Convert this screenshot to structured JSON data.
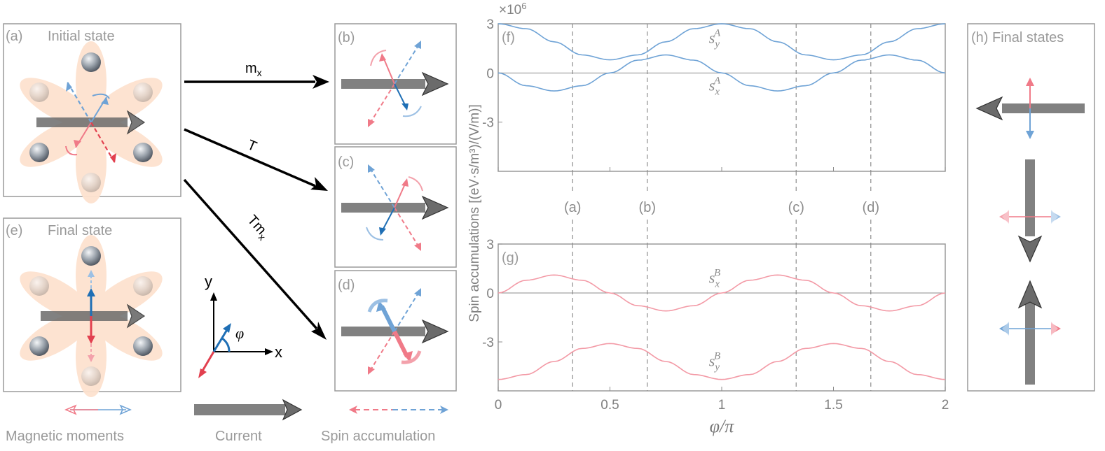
{
  "panels": {
    "a": {
      "label": "(a)",
      "title": "Initial state"
    },
    "b": {
      "label": "(b)"
    },
    "c": {
      "label": "(c)"
    },
    "d": {
      "label": "(d)"
    },
    "e": {
      "label": "(e)",
      "title": "Final state"
    },
    "f": {
      "label": "(f)"
    },
    "g": {
      "label": "(g)"
    },
    "h": {
      "label": "(h) Final states"
    }
  },
  "operations": {
    "mx": "m",
    "mx_sub": "x",
    "t": "T",
    "tmx": "Tm",
    "tmx_sub": "x"
  },
  "axes_glyph": {
    "x": "x",
    "y": "y",
    "phi": "φ"
  },
  "legend": {
    "moments": "Magnetic moments",
    "current": "Current",
    "spin": "Spin accumulation"
  },
  "colors": {
    "red": "#f07a88",
    "blue": "#6fa3d6",
    "dark_blue": "#1f6fb5",
    "dark_red": "#e2404f",
    "lobe": "#fde2cf",
    "current": "#6b6b6b",
    "frame": "#9a9a9a"
  },
  "chart_data": {
    "type": "line",
    "ylabel": "Spin accumulations [(eV·s/m³)/(V/m)]",
    "xlabel": "φ/π",
    "y_multiplier": "×10",
    "y_multiplier_exp": "6",
    "x_ticks": [
      "0",
      "0.5",
      "1",
      "1.5",
      "2"
    ],
    "x_tick_values": [
      0,
      0.5,
      1,
      1.5,
      2
    ],
    "xlim": [
      0,
      2
    ],
    "markers": [
      {
        "x": 0.333,
        "label": "(a)"
      },
      {
        "x": 0.667,
        "label": "(b)"
      },
      {
        "x": 1.333,
        "label": "(c)"
      },
      {
        "x": 1.667,
        "label": "(d)"
      }
    ],
    "panels": [
      {
        "id": "f",
        "ylim": [
          -6,
          3
        ],
        "y_ticks": [
          "3",
          "0",
          "-3"
        ],
        "y_tick_values": [
          3,
          0,
          -3
        ],
        "series": [
          {
            "name": "s_y^A",
            "sym": "s",
            "sub": "y",
            "sup": "A",
            "color": "#6fa3d6",
            "label_x": 1.0,
            "label_y": 2.0,
            "x": [
              0,
              0.125,
              0.25,
              0.375,
              0.5,
              0.625,
              0.75,
              0.875,
              1,
              1.125,
              1.25,
              1.375,
              1.5,
              1.625,
              1.75,
              1.875,
              2
            ],
            "y": [
              3.0,
              2.7,
              1.9,
              1.1,
              0.8,
              1.1,
              1.9,
              2.7,
              3.0,
              2.7,
              1.9,
              1.1,
              0.8,
              1.1,
              1.9,
              2.7,
              3.0
            ]
          },
          {
            "name": "s_x^A",
            "sym": "s",
            "sub": "x",
            "sup": "A",
            "color": "#6fa3d6",
            "label_x": 1.0,
            "label_y": -0.9,
            "x": [
              0,
              0.125,
              0.25,
              0.375,
              0.5,
              0.625,
              0.75,
              0.875,
              1,
              1.125,
              1.25,
              1.375,
              1.5,
              1.625,
              1.75,
              1.875,
              2
            ],
            "y": [
              0,
              -0.78,
              -1.1,
              -0.78,
              0,
              0.78,
              1.1,
              0.78,
              0,
              -0.78,
              -1.1,
              -0.78,
              0,
              0.78,
              1.1,
              0.78,
              0
            ]
          }
        ]
      },
      {
        "id": "g",
        "ylim": [
          -6,
          3
        ],
        "y_ticks": [
          "3",
          "0",
          "-3"
        ],
        "y_tick_values": [
          3,
          0,
          -3
        ],
        "series": [
          {
            "name": "s_x^B",
            "sym": "s",
            "sub": "x",
            "sup": "B",
            "color": "#f39aa6",
            "label_x": 1.0,
            "label_y": 0.8,
            "x": [
              0,
              0.125,
              0.25,
              0.375,
              0.5,
              0.625,
              0.75,
              0.875,
              1,
              1.125,
              1.25,
              1.375,
              1.5,
              1.625,
              1.75,
              1.875,
              2
            ],
            "y": [
              0,
              0.78,
              1.1,
              0.78,
              0,
              -0.78,
              -1.1,
              -0.78,
              0,
              0.78,
              1.1,
              0.78,
              0,
              -0.78,
              -1.1,
              -0.78,
              0
            ]
          },
          {
            "name": "s_y^B",
            "sym": "s",
            "sub": "y",
            "sup": "B",
            "color": "#f39aa6",
            "label_x": 1.0,
            "label_y": -4.3,
            "x": [
              0,
              0.125,
              0.25,
              0.375,
              0.5,
              0.625,
              0.75,
              0.875,
              1,
              1.125,
              1.25,
              1.375,
              1.5,
              1.625,
              1.75,
              1.875,
              2
            ],
            "y": [
              -5.3,
              -5.0,
              -4.2,
              -3.4,
              -3.1,
              -3.4,
              -4.2,
              -5.0,
              -5.3,
              -5.0,
              -4.2,
              -3.4,
              -3.1,
              -3.4,
              -4.2,
              -5.0,
              -5.3
            ]
          }
        ]
      }
    ]
  }
}
